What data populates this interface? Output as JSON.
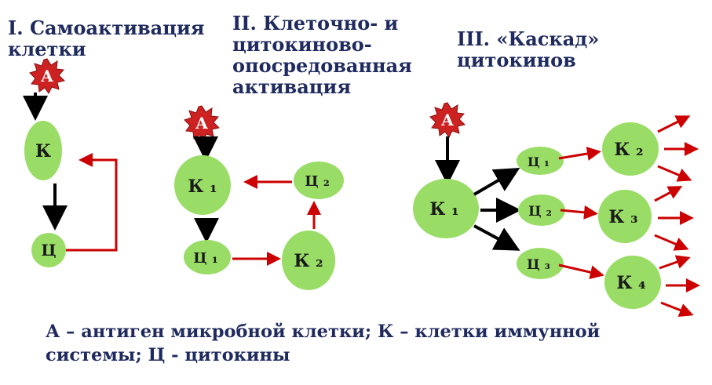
{
  "titles": {
    "self_activation": "I. Самоактивация клетки",
    "cell_mediated": "II. Клеточно- и цитокиново-опосредованная активация",
    "cascade": "III. «Каскад» цитокинов"
  },
  "legend": "А – антиген микробной клетки; К – клетки иммунной системы; Ц - цитокины",
  "nodes": {
    "antigen": "А",
    "cell": "К",
    "cytokine": "Ц",
    "k1": "К ₁",
    "k2": "К ₂",
    "k3": "К ₃",
    "k4": "К ₄",
    "c1": "Ц ₁",
    "c2": "Ц ₂",
    "c3": "Ц ₃"
  },
  "colors": {
    "node_fill": "#99dd66",
    "antigen_fill": "#cc2222",
    "arrow_black": "#000000",
    "arrow_red": "#cc0000",
    "text": "#1f2a5e"
  }
}
